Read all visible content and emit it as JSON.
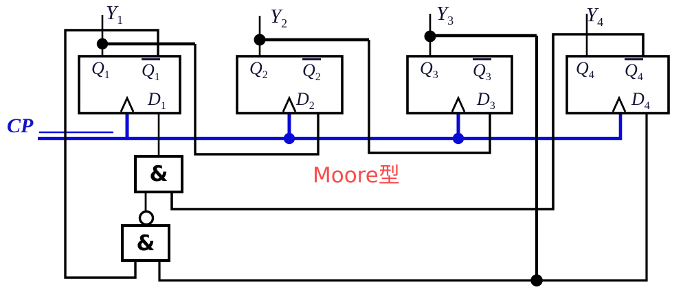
{
  "diagram": {
    "annotation": "Moore型",
    "clock": {
      "label": "CP"
    },
    "flipflops": [
      {
        "y_base": "Y",
        "y_sub": "1",
        "q_base": "Q",
        "q_sub": "1",
        "qbar_base": "Q",
        "qbar_sub": "1",
        "d_base": "D",
        "d_sub": "1"
      },
      {
        "y_base": "Y",
        "y_sub": "2",
        "q_base": "Q",
        "q_sub": "2",
        "qbar_base": "Q",
        "qbar_sub": "2",
        "d_base": "D",
        "d_sub": "2"
      },
      {
        "y_base": "Y",
        "y_sub": "3",
        "q_base": "Q",
        "q_sub": "3",
        "qbar_base": "Q",
        "qbar_sub": "3",
        "d_base": "D",
        "d_sub": "3"
      },
      {
        "y_base": "Y",
        "y_sub": "4",
        "q_base": "Q",
        "q_sub": "4",
        "qbar_base": "Q",
        "qbar_sub": "4",
        "d_base": "D",
        "d_sub": "4"
      }
    ],
    "gates": [
      {
        "symbol": "&"
      },
      {
        "symbol": "&"
      }
    ],
    "colors": {
      "wire": "#000000",
      "clock_net": "#0a0ad6",
      "annotation_text": "#fa4b4b",
      "label_text": "#131336"
    }
  }
}
